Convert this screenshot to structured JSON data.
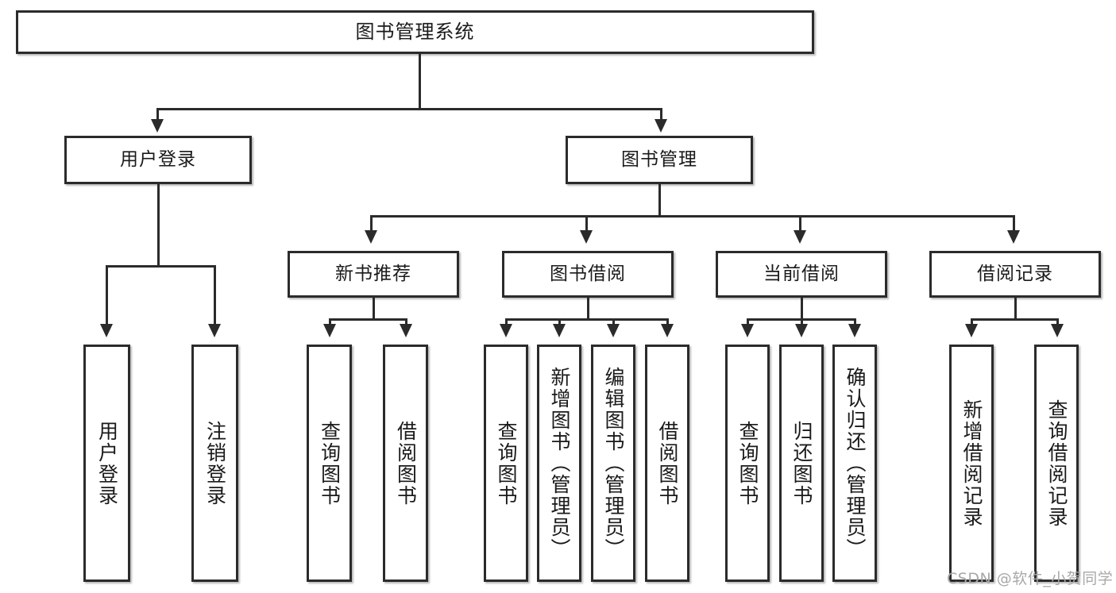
{
  "diagram": {
    "type": "tree-hierarchy-chart",
    "title": "图书管理系统",
    "root": {
      "label": "图书管理系统"
    },
    "level1": [
      {
        "label": "用户登录"
      },
      {
        "label": "图书管理"
      }
    ],
    "level2": [
      {
        "label": "新书推荐"
      },
      {
        "label": "图书借阅"
      },
      {
        "label": "当前借阅"
      },
      {
        "label": "借阅记录"
      }
    ],
    "leaves": {
      "user_login": [
        {
          "label": "用户登录"
        },
        {
          "label": "注销登录"
        }
      ],
      "new_book_recommend": [
        {
          "label": "查询图书"
        },
        {
          "label": "借阅图书"
        }
      ],
      "book_borrow": [
        {
          "label": "查询图书"
        },
        {
          "label": "新增图书（管理员）"
        },
        {
          "label": "编辑图书（管理员）"
        },
        {
          "label": "借阅图书"
        }
      ],
      "current_borrow": [
        {
          "label": "查询图书"
        },
        {
          "label": "归还图书"
        },
        {
          "label": "确认归还（管理员）"
        }
      ],
      "borrow_record": [
        {
          "label": "新增借阅记录"
        },
        {
          "label": "查询借阅记录"
        }
      ]
    }
  },
  "watermark": {
    "text": "CSDN @软件_小贺同学"
  },
  "colors": {
    "stroke": "#2b2b2b",
    "background": "#ffffff",
    "text": "#1a1a1a",
    "watermark": "#a8a8a8"
  }
}
